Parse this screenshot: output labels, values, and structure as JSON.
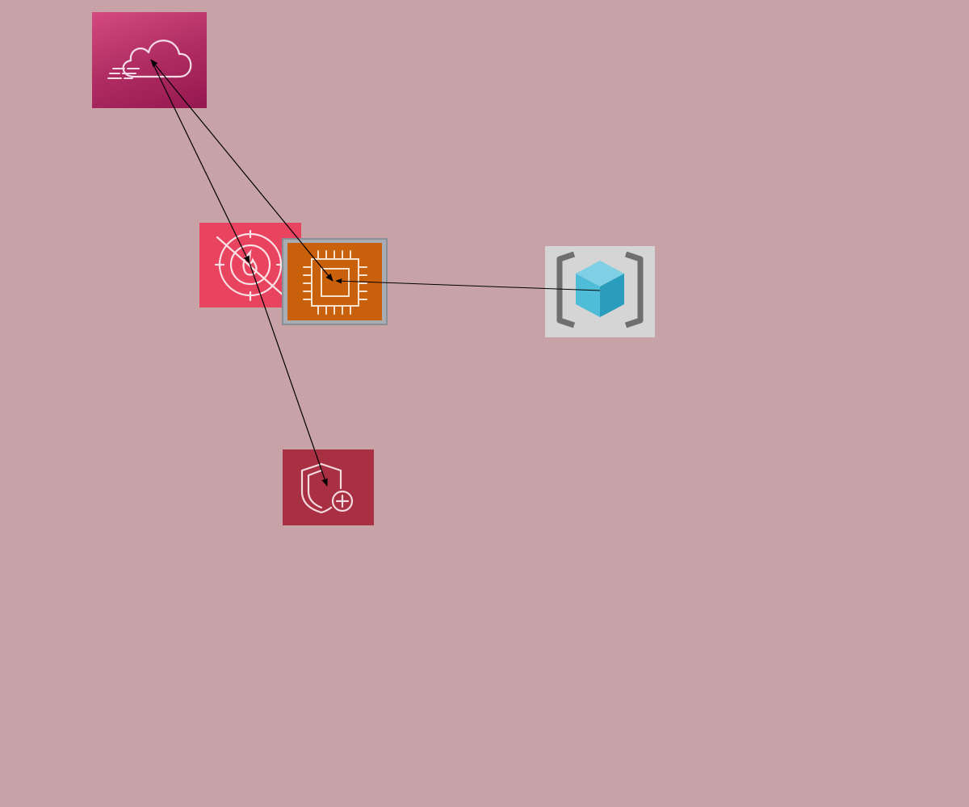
{
  "diagram": {
    "background": "#c7a3a8",
    "nodes": [
      {
        "id": "cloud",
        "icon": "cloud-stream-icon",
        "color": "#b02d63"
      },
      {
        "id": "fire",
        "icon": "firewall-target-icon",
        "color": "#e8445f"
      },
      {
        "id": "cpu",
        "icon": "processor-chip-icon",
        "color": "#c8600c"
      },
      {
        "id": "container",
        "icon": "container-cube-icon",
        "color": "#d5d5d5"
      },
      {
        "id": "shield",
        "icon": "shield-plus-icon",
        "color": "#a83042"
      }
    ],
    "edges": [
      {
        "from": "cpu",
        "to": "cloud"
      },
      {
        "from": "cloud",
        "to": "fire"
      },
      {
        "from": "fire",
        "to": "shield"
      },
      {
        "from": "container",
        "to": "cpu"
      }
    ],
    "edge_color": "#000000"
  }
}
